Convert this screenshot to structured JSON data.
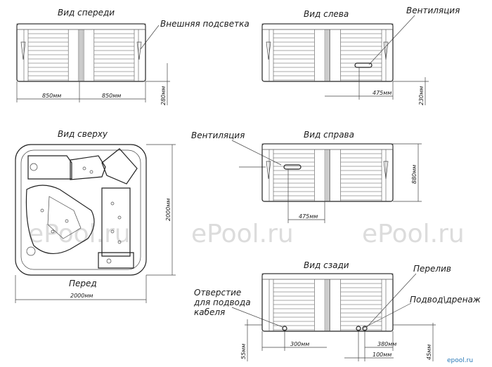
{
  "views": {
    "front": "Вид спереди",
    "left": "Вид слева",
    "top": "Вид сверху",
    "right": "Вид справа",
    "back": "Вид сзади"
  },
  "callouts": {
    "external_light": "Внешняя подсветка",
    "ventilation_left": "Вентиляция",
    "ventilation_right": "Вентиляция",
    "front_marker": "Перед",
    "overflow": "Перелив",
    "supply_drain": "Подвод\\дренаж",
    "cable_hole": [
      "Отверстие",
      "для подвода",
      "кабеля"
    ]
  },
  "dimensions": {
    "front_left": "850мм",
    "front_right": "850мм",
    "front_height": "280мм",
    "left_offset": "475мм",
    "left_height": "230мм",
    "right_offset": "475мм",
    "right_height": "880мм",
    "top_width": "2000мм",
    "top_depth": "2000мм",
    "back_left": "300мм",
    "back_right": "380мм",
    "back_height": "55мм",
    "back_bottom": "100мм",
    "back_foot": "45мм"
  },
  "watermarks": [
    "ePool.ru",
    "ePool.ru",
    "ePool.ru"
  ],
  "brand": "epool.ru"
}
